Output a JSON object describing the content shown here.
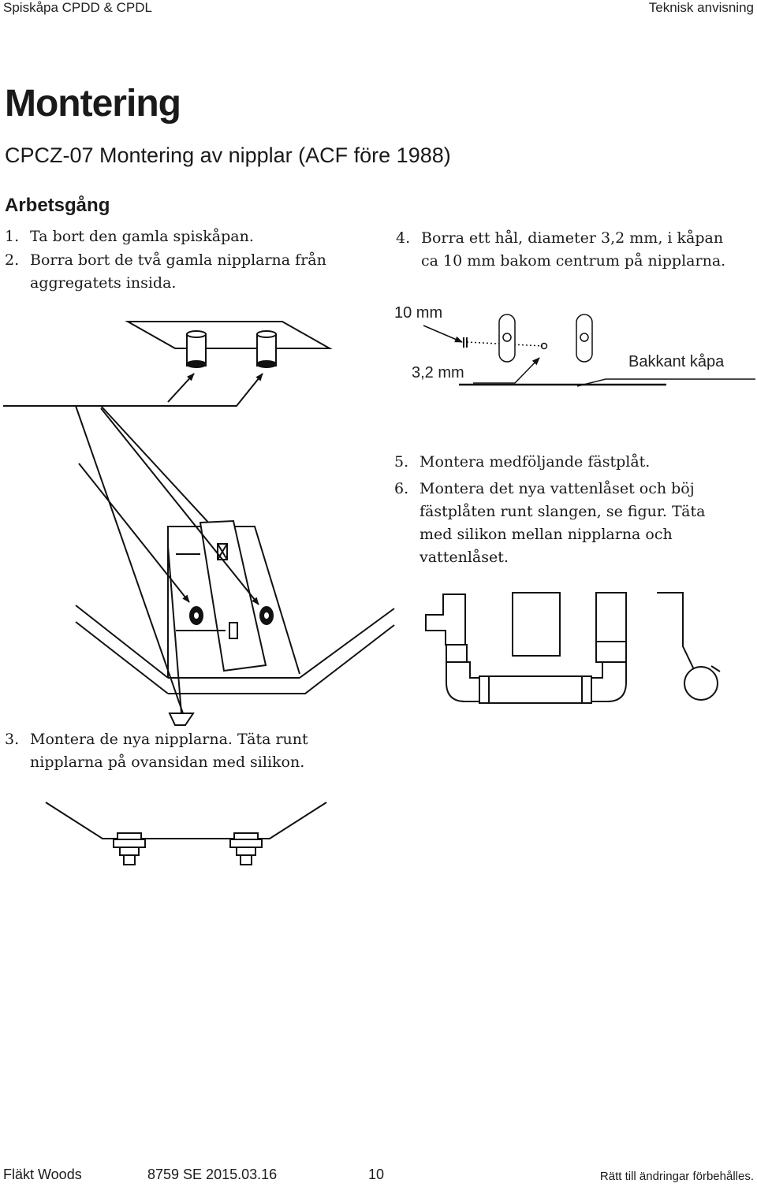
{
  "header": {
    "left": "Spiskåpa CPDD & CPDL",
    "right": "Teknisk anvisning"
  },
  "title": "Montering",
  "subtitle": "CPCZ-07 Montering av nipplar (ACF före 1988)",
  "section": "Arbetsgång",
  "steps": [
    {
      "num": "1.",
      "lines": [
        "Ta bort den gamla spiskåpan."
      ]
    },
    {
      "num": "2.",
      "lines": [
        "Borra bort de två gamla nipplarna från",
        "aggregatets insida."
      ]
    },
    {
      "num": "3.",
      "lines": [
        "Montera de nya nipplarna. Täta runt",
        "nipplarna på ovansidan med silikon."
      ]
    },
    {
      "num": "4.",
      "lines": [
        "Borra ett hål, diameter 3,2 mm, i kåpan",
        "ca 10 mm bakom centrum på nipplarna."
      ]
    },
    {
      "num": "5.",
      "lines": [
        "Montera medföljande fästplåt."
      ]
    },
    {
      "num": "6.",
      "lines": [
        "Montera det nya vattenlåset och böj",
        "fästplåten runt slangen, se figur. Täta",
        "med silikon mellan nipplarna och",
        "vattenlåset."
      ]
    }
  ],
  "figure_labels": {
    "distance": "10 mm",
    "diameter": "3,2 mm",
    "edge": "Bakkant kåpa"
  },
  "footer": {
    "company": "Fläkt Woods",
    "doc": "8759  SE  2015.03.16",
    "page": "10",
    "disclaimer": "Rätt till ändringar förbehålles."
  }
}
